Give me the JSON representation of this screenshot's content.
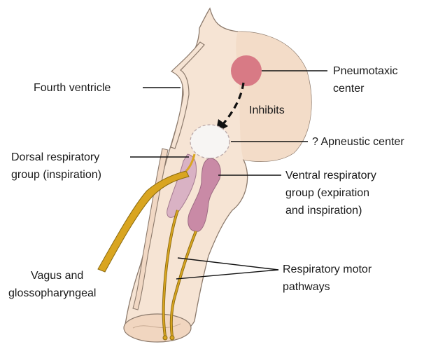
{
  "labels": {
    "fourth_ventricle": "Fourth ventricle",
    "pneumotaxic_line1": "Pneumotaxic",
    "pneumotaxic_line2": "center",
    "inhibits": "Inhibits",
    "apneustic": "? Apneustic center",
    "dorsal_line1": "Dorsal respiratory",
    "dorsal_line2": "group (inspiration)",
    "ventral_line1": "Ventral respiratory",
    "ventral_line2": "group (expiration",
    "ventral_line3": "and inspiration)",
    "vagus_line1": "Vagus and",
    "vagus_line2": "glossopharyngeal",
    "motor_line1": "Respiratory motor",
    "motor_line2": "pathways"
  },
  "colors": {
    "brainstem_fill": "#f6e4d4",
    "brainstem_outline": "#8c7a6c",
    "pneumotaxic": "#d87a85",
    "apneustic": "#f7f5f3",
    "ventral_group": "#c98aa6",
    "dorsal_group": "#d9b2c4",
    "nerve": "#d9a520",
    "nerve_outline": "#8a6a10",
    "leader_line": "#111111"
  }
}
